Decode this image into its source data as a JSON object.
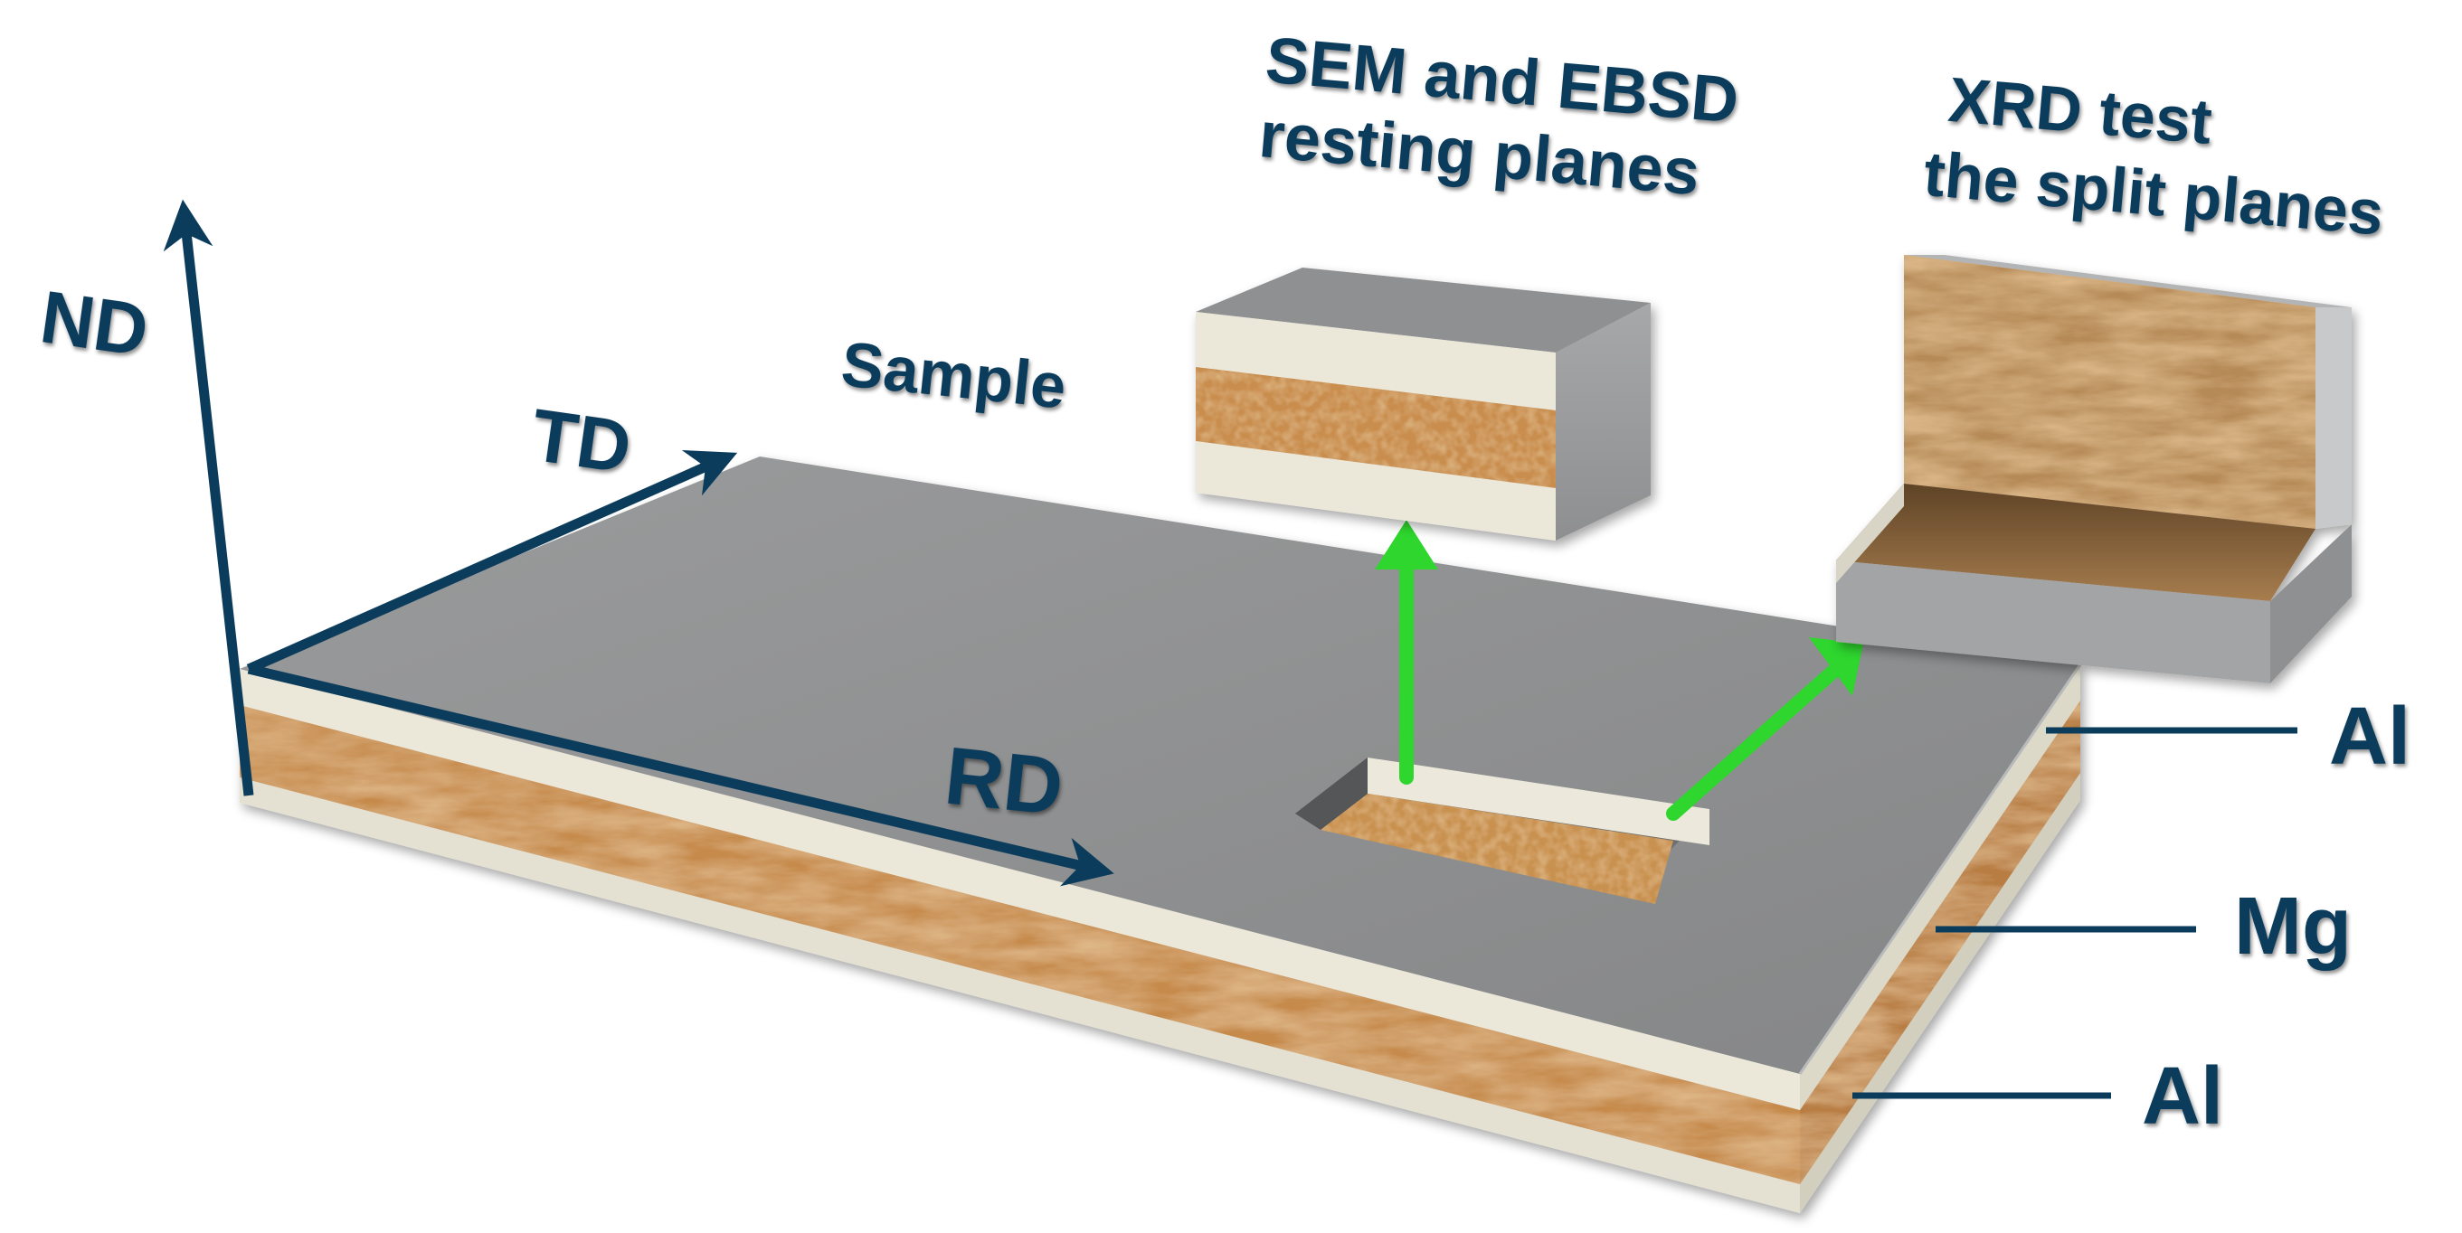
{
  "axes": {
    "nd": "ND",
    "td": "TD",
    "rd": "RD"
  },
  "sample_label": "Sample",
  "sem_ebsd_label": {
    "line1": "SEM and EBSD",
    "line2": "resting planes"
  },
  "xrd_label": {
    "line1": "XRD test",
    "line2": "the split planes"
  },
  "layers": {
    "al_top": "Al",
    "mg": "Mg",
    "al_bottom": "Al"
  },
  "colors": {
    "axis": "#0c3c5c",
    "arrow": "#2ed62e",
    "al_surface": "#8f9091",
    "al_edge": "#e6e3d4",
    "mg": "#c8894a"
  }
}
